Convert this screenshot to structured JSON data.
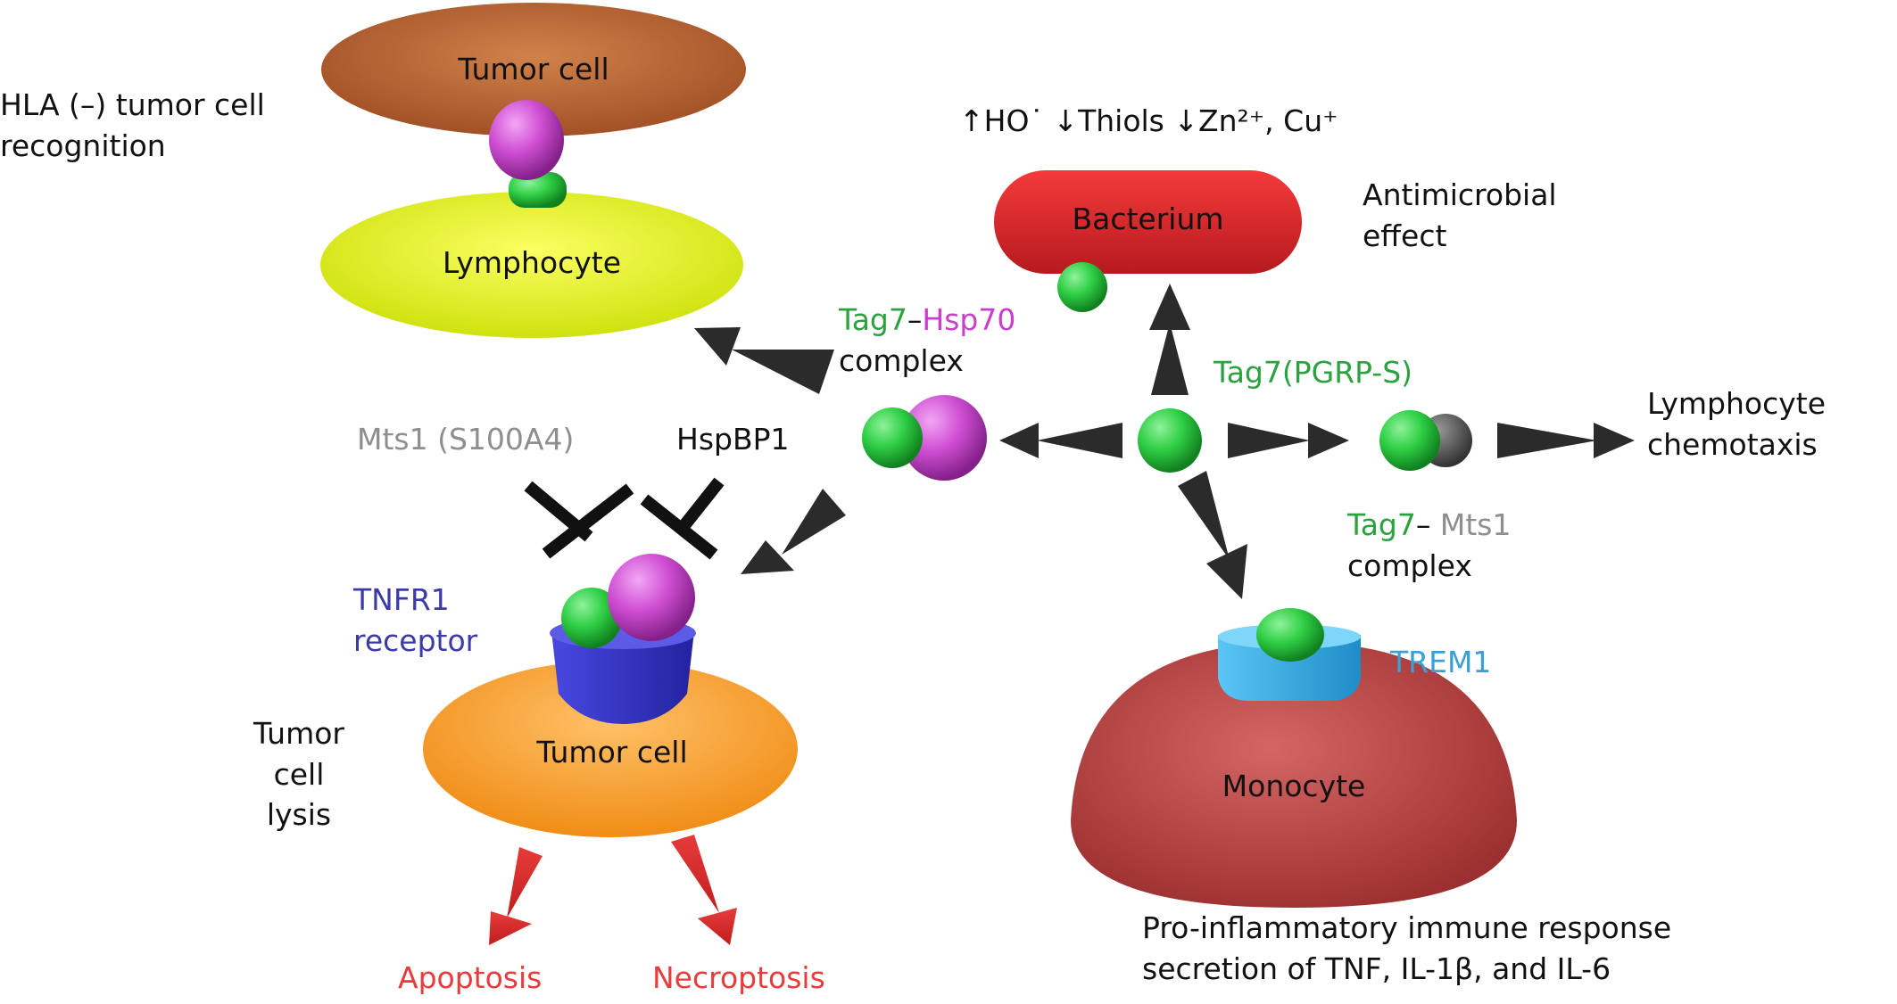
{
  "colors": {
    "tag7_green": "#2aa33f",
    "hsp70_magenta": "#c93ecd",
    "mts1_grey": "#8e8e8e",
    "tnfr1_navy": "#3a3aa8",
    "trem1_cyan": "#3a9fd4",
    "death_red": "#e83b3b",
    "arrow_dark": "#2b2b2b"
  },
  "top_left": {
    "title": "HLA (–) tumor cell",
    "subtitle": "recognition",
    "tumor_cell": "Tumor cell",
    "lymphocyte": "Lymphocyte"
  },
  "bacterium": {
    "ros_label": "↑HO˙ ↓Thiols ↓Zn²⁺, Cu⁺",
    "cell": "Bacterium",
    "effect_line1": "Antimicrobial",
    "effect_line2": "effect"
  },
  "hub": {
    "tag7_pgrps": "Tag7(PGRP-S)",
    "tag7": "Tag7",
    "dash": "–",
    "hsp70": "Hsp70",
    "complex": "complex"
  },
  "inhibitors": {
    "mts1_s100a4": "Mts1 (S100A4)",
    "hspbp1": "HspBP1"
  },
  "lysis": {
    "receptor_line1": "TNFR1",
    "receptor_line2": "receptor",
    "side_line1": "Tumor",
    "side_line2": "cell",
    "side_line3": "lysis",
    "tumor_cell": "Tumor cell",
    "apoptosis": "Apoptosis",
    "necroptosis": "Necroptosis"
  },
  "chemotaxis": {
    "line1": "Lymphocyte",
    "line2": "chemotaxis",
    "complex_tag7": "Tag7",
    "complex_dash": "–",
    "complex_mts1": "Mts1",
    "complex_word": "complex"
  },
  "monocyte": {
    "receptor": "TREM1",
    "cell": "Monocyte",
    "response_line1": "Pro-inflammatory immune response",
    "response_line2": "secretion of TNF, IL-1β, and IL-6"
  }
}
